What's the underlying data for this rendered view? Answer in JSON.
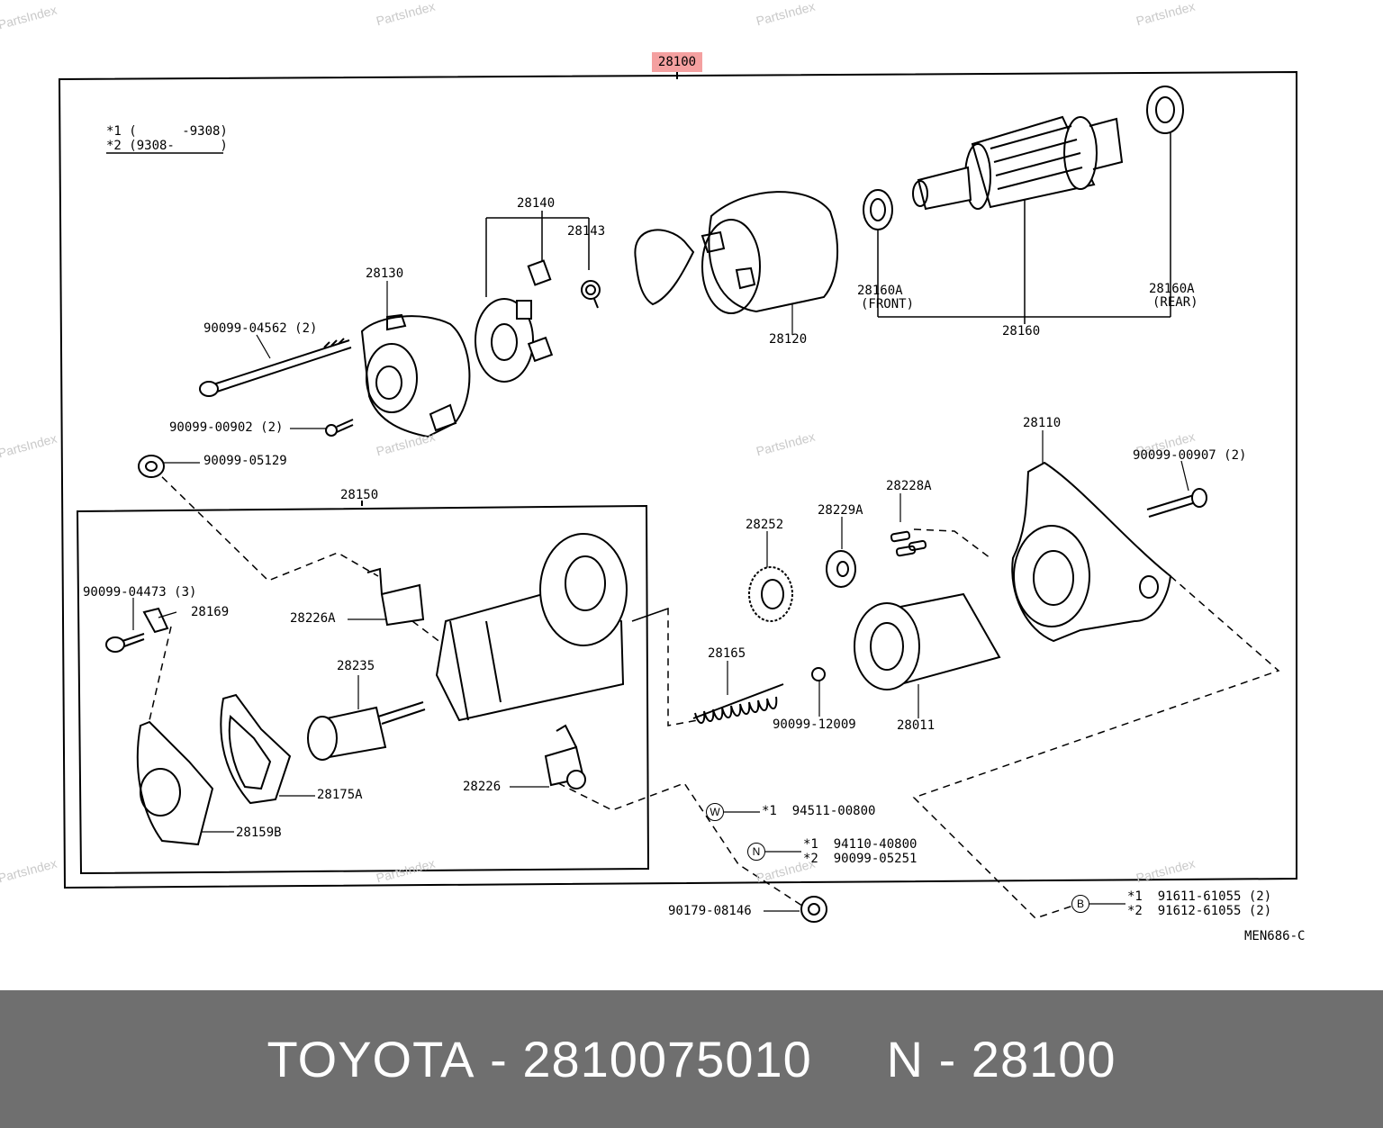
{
  "watermark": "PartsIndex",
  "main_ref": {
    "label": "28100",
    "highlight_color": "#f4a0a0"
  },
  "legend": {
    "line1": "*1 (      -9308)",
    "line2": "*2 (9308-      )"
  },
  "labels": {
    "p28140": "28140",
    "p28143": "28143",
    "p28130": "28130",
    "p90099_04562": "90099-04562 (2)",
    "p90099_00902": "90099-00902 (2)",
    "p90099_05129": "90099-05129",
    "p28120": "28120",
    "p28160A_front": "28160A",
    "p28160A_front_note": "(FRONT)",
    "p28160A_rear": "28160A",
    "p28160A_rear_note": "(REAR)",
    "p28160": "28160",
    "p28110": "28110",
    "p90099_00907": "90099-00907 (2)",
    "p28150": "28150",
    "p28228A": "28228A",
    "p28229A": "28229A",
    "p28252": "28252",
    "p90099_04473": "90099-04473 (3)",
    "p28169": "28169",
    "p28226A": "28226A",
    "p28235": "28235",
    "p28165": "28165",
    "p90099_12009": "90099-12009",
    "p28011": "28011",
    "p28175A": "28175A",
    "p28226": "28226",
    "p28159B": "28159B",
    "p94511": "*1  94511-00800",
    "p94110": "*1  94110-40800",
    "p90099_05251": "*2  90099-05251",
    "p90179": "90179-08146",
    "p91611": "*1  91611-61055 (2)",
    "p91612": "*2  91612-61055 (2)",
    "code": "MEN686-C"
  },
  "symbols": {
    "w": "W",
    "n": "N",
    "b": "B"
  },
  "footer": {
    "brand": "TOYOTA",
    "sep1": "-",
    "part_number": "2810075010",
    "ref_prefix": "N",
    "sep2": "-",
    "ref_number": "28100"
  }
}
